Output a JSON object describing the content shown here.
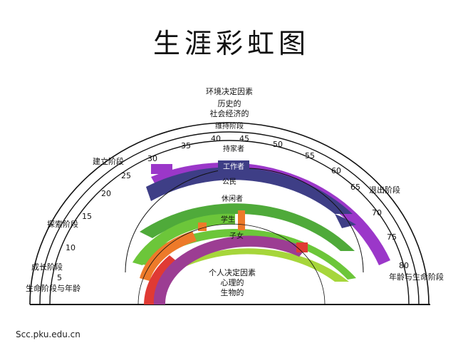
{
  "title": "生涯彩虹图",
  "footer": "Scc.pku.edu.cn",
  "labels": {
    "env_factor": "环境决定因素",
    "historical": "历史的",
    "socioeconomic": "社会经济的",
    "maintenance_stage": "维持阶段",
    "establishment_stage": "建立阶段",
    "exploration_stage": "探索阶段",
    "growth_stage": "成长阶段",
    "life_stage_age": "生命阶段与年龄",
    "decline_stage": "退出阶段",
    "age_life_stage": "年龄与生命阶段",
    "personal_factor": "个人决定因素",
    "psychological": "心理的",
    "biological": "生物的"
  },
  "roles": {
    "homemaker": "持家者",
    "worker": "工作者",
    "citizen": "公民",
    "leisurite": "休闲者",
    "student": "学生",
    "child": "子女"
  },
  "ages": [
    "5",
    "10",
    "15",
    "20",
    "25",
    "30",
    "35",
    "40",
    "45",
    "50",
    "55",
    "60",
    "65",
    "70",
    "75",
    "80"
  ],
  "colors": {
    "homemaker": "#9b37c9",
    "worker": "#3e3e86",
    "citizen": "#4faa3a",
    "leisurite": "#6cc63a",
    "student_orange": "#ed7a2a",
    "student_green": "#a6d63b",
    "child_red": "#e03a34",
    "child_purple": "#9c3d93",
    "line": "#111111"
  }
}
